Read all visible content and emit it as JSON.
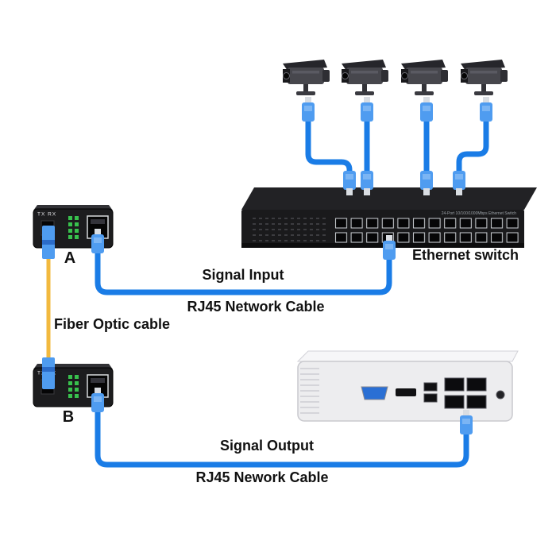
{
  "diagram": {
    "camera_count": 4,
    "ethernet_switch": {
      "label": "Ethernet switch",
      "panel_text": "24-Port 10/100/1000Mbps Ethernet Switch"
    },
    "converter_a": {
      "label": "A",
      "indicator_text": "TX RX"
    },
    "converter_b": {
      "label": "B",
      "indicator_text": "TX RX"
    },
    "connections": {
      "signal_input_label": "Signal Input",
      "signal_input_cable": "RJ45 Network Cable",
      "fiber_label": "Fiber Optic cable",
      "signal_output_label": "Signal Output",
      "signal_output_cable": "RJ45 Nework Cable"
    },
    "colors": {
      "cable_blue": "#1a7ce6",
      "connector_blue": "#4f9cf0",
      "fiber_yellow": "#f2b93e",
      "device_black": "#1c1c1e",
      "nvr_white": "#ededef",
      "led_green": "#38c14d",
      "text": "#111111"
    }
  }
}
